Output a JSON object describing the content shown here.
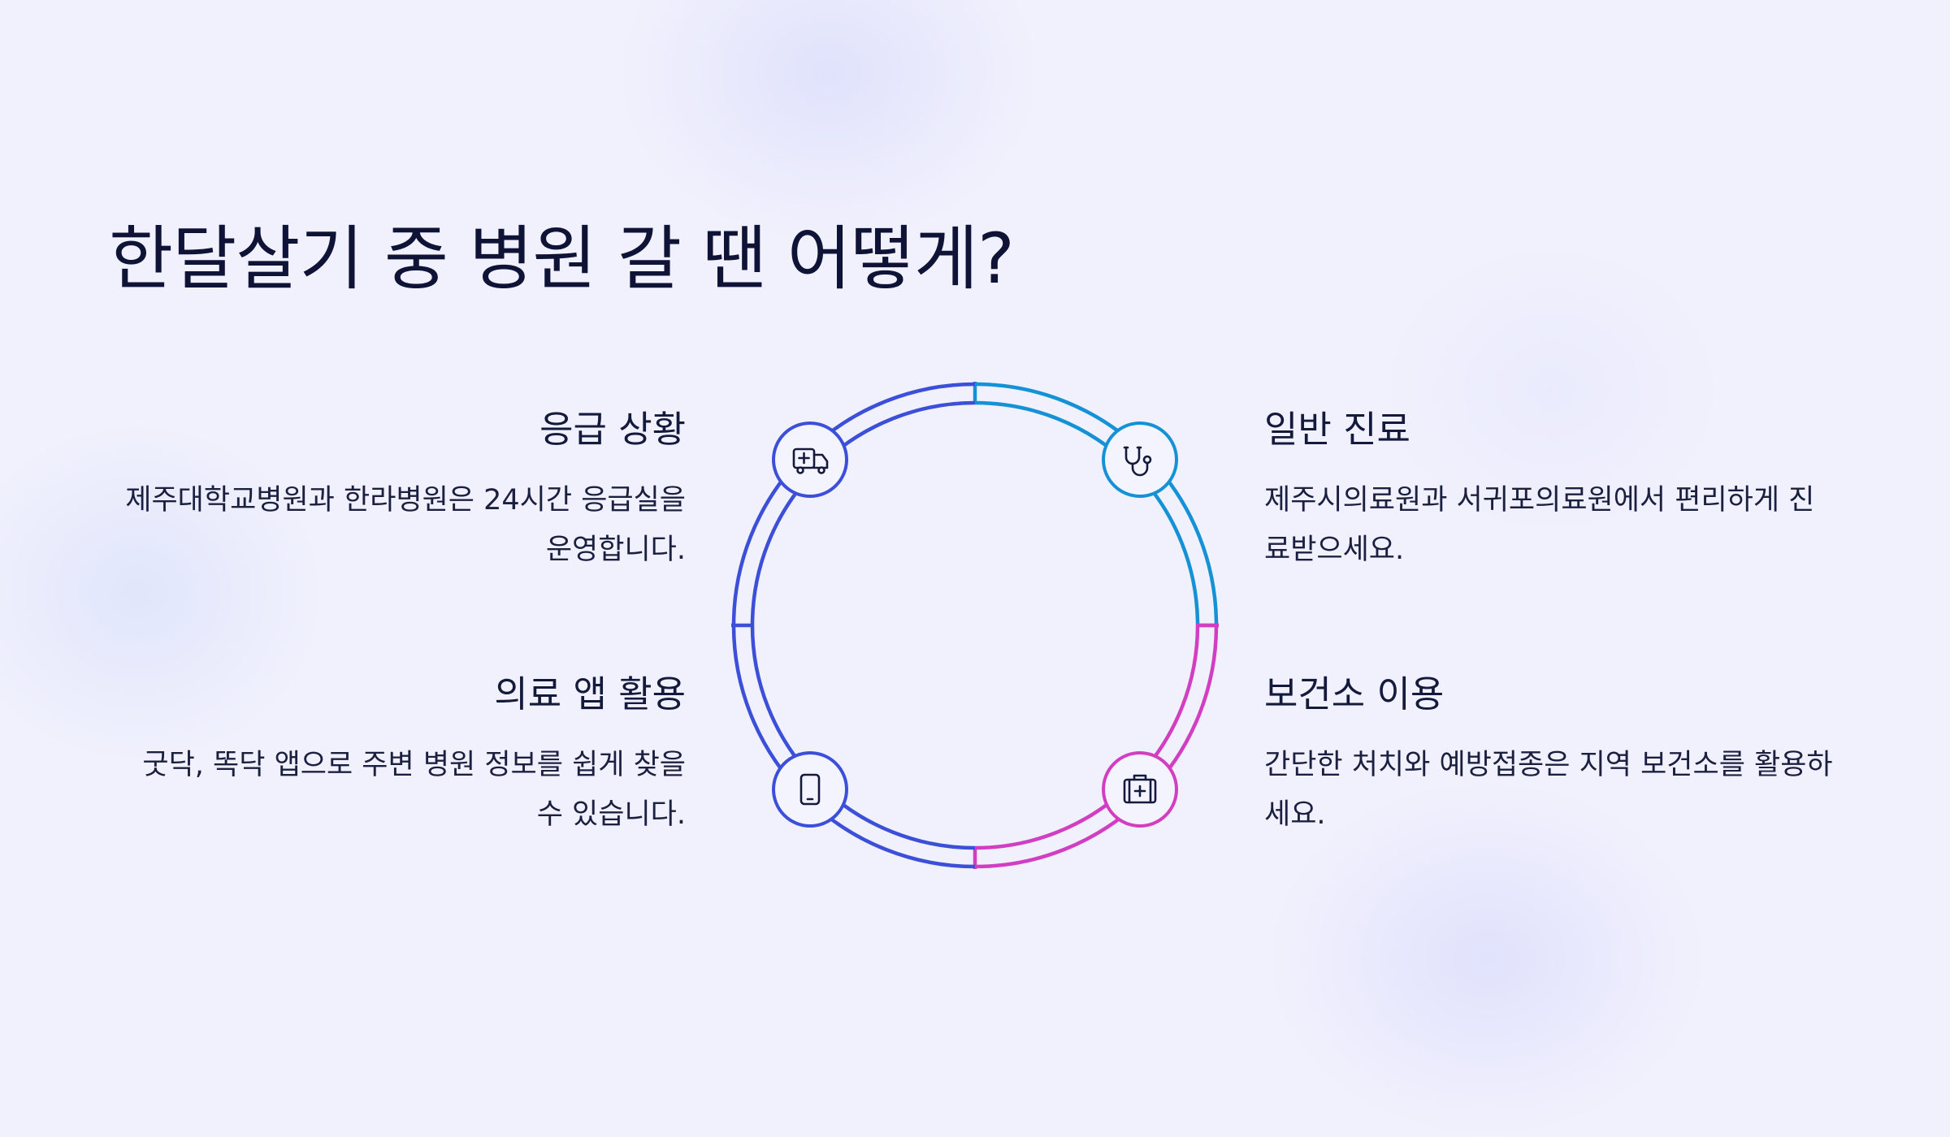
{
  "title": "한달살기 중 병원 갈 땐 어떻게?",
  "colors": {
    "background": "#f1f1fd",
    "title_text": "#0f1437",
    "blue": "#3b4fd9",
    "cyan": "#1591d6",
    "magenta": "#d23ec2"
  },
  "items": [
    {
      "heading": "응급 상황",
      "text": "제주대학교병원과 한라병원은 24시간 응급실을 운영합니다.",
      "icon": "ambulance-icon"
    },
    {
      "heading": "일반 진료",
      "text": "제주시의료원과 서귀포의료원에서 편리하게 진료받으세요.",
      "icon": "stethoscope-icon"
    },
    {
      "heading": "의료 앱 활용",
      "text": "굿닥, 똑닥 앱으로 주변 병원 정보를 쉽게 찾을 수 있습니다.",
      "icon": "smartphone-icon"
    },
    {
      "heading": "보건소 이용",
      "text": "간단한 처치와 예방접종은 지역 보건소를 활용하세요.",
      "icon": "first-aid-kit-icon"
    }
  ]
}
